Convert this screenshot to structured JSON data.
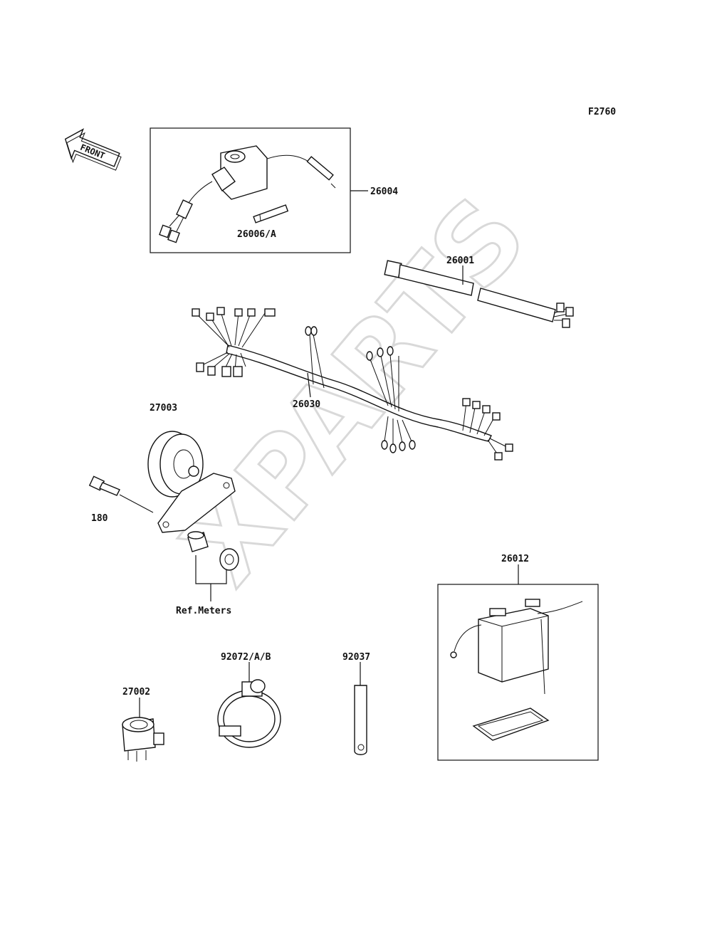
{
  "figure_code": "F2760",
  "front_arrow_label": "FRONT",
  "watermark": "XPARTS",
  "labels": {
    "p26004": "26004",
    "p26006": "26006/A",
    "p26001": "26001",
    "p26030": "26030",
    "p27003": "27003",
    "p180": "180",
    "ref_meters": "Ref.Meters",
    "p26012": "26012",
    "p92072": "92072/A/B",
    "p92037": "92037",
    "p27002": "27002"
  }
}
